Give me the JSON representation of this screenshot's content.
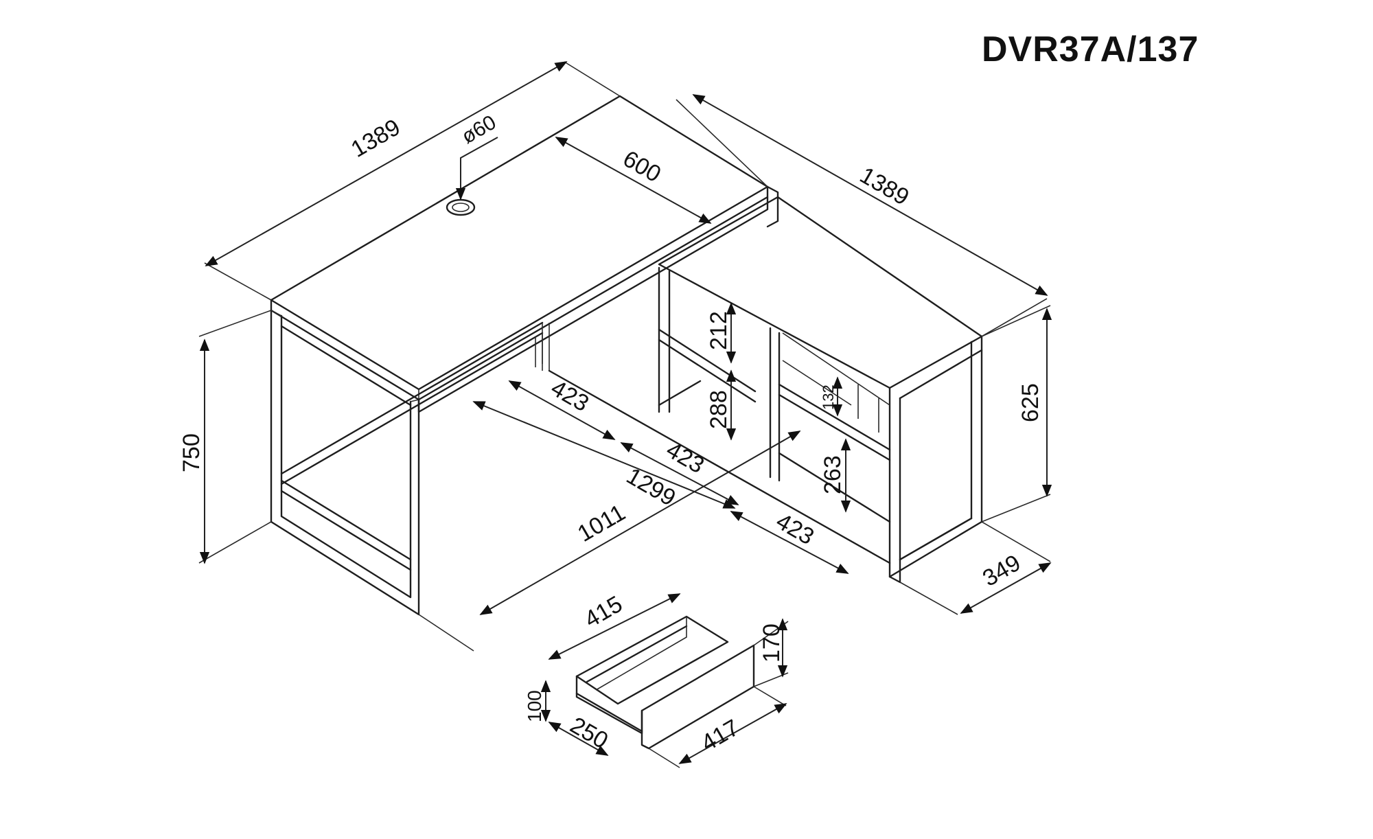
{
  "model_code": "DVR37A/137",
  "dimensions": {
    "desk_length": "1389",
    "grommet_diameter": "ø60",
    "desk_depth": "600",
    "return_length": "1389",
    "desk_height": "750",
    "return_height": "625",
    "return_depth": "349",
    "shelf_212": "212",
    "shelf_288": "288",
    "shelf_263": "263",
    "drawer_opening": "132",
    "compartment_a": "423",
    "compartment_b": "423",
    "compartment_c": "423",
    "inner_1299": "1299",
    "inner_1011": "1011"
  },
  "drawer": {
    "width_415": "415",
    "height_170": "170",
    "side_100": "100",
    "depth_250": "250",
    "front_417": "417"
  }
}
